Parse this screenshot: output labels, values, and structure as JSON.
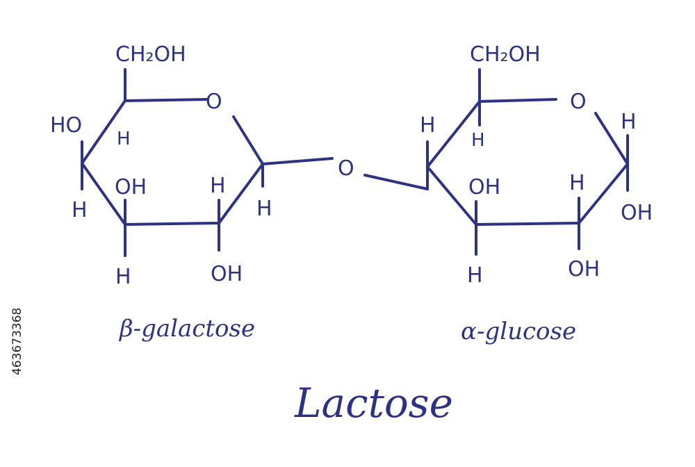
{
  "colors": {
    "ink": "#2e3282",
    "background": "#ffffff"
  },
  "galactose": {
    "labels": {
      "ch2oh": "CH₂OH",
      "ring_o": "O",
      "ho_left": "HO",
      "h_c4_up": "H",
      "oh_c3_up": "OH",
      "h_c2_up": "H",
      "h_c4_down": "H",
      "h_c3_down": "H",
      "oh_c2_down": "OH",
      "h_c1_down": "H"
    },
    "caption": "β-galactose"
  },
  "bridge_o": "O",
  "glucose": {
    "labels": {
      "ch2oh": "CH₂OH",
      "ring_o": "O",
      "h_c4_up": "H",
      "h_c5_down": "H",
      "oh_c3_up": "OH",
      "h_c2_up": "H",
      "h_c1_up": "H",
      "oh_c1_down": "OH",
      "h_c3_down": "H",
      "oh_c2_down": "OH"
    },
    "caption": "α-glucose"
  },
  "title": "Lactose",
  "stock_id": "463673368"
}
